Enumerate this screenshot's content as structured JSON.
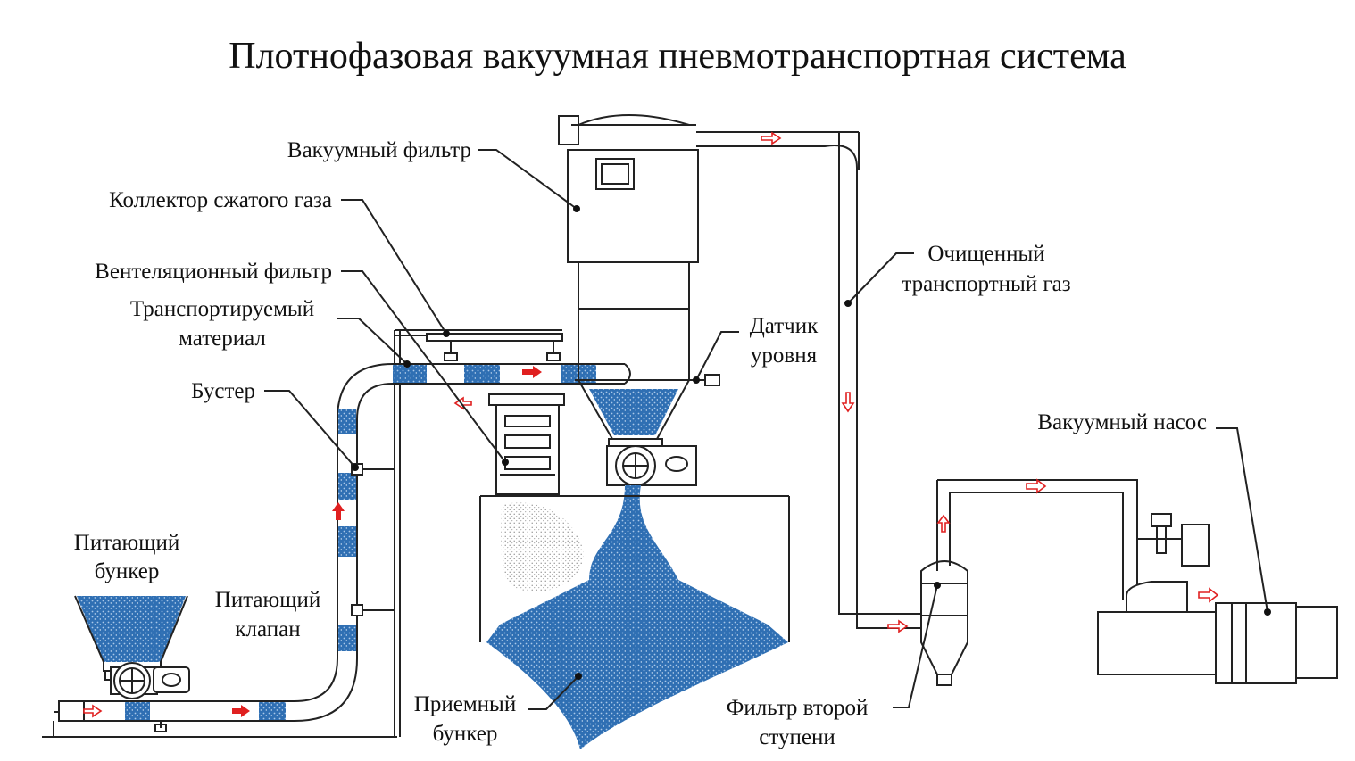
{
  "title": "Плотнофазовая вакуумная пневмотранспортная система",
  "labels": {
    "vacuum_filter": "Вакуумный фильтр",
    "gas_collector": "Коллектор сжатого газа",
    "vent_filter": "Вентеляционный фильтр",
    "material_l1": "Транспортируемый",
    "material_l2": "материал",
    "booster": "Бустер",
    "feed_hopper_l1": "Питающий",
    "feed_hopper_l2": "бункер",
    "feed_valve_l1": "Питающий",
    "feed_valve_l2": "клапан",
    "level_sensor_l1": "Датчик",
    "level_sensor_l2": "уровня",
    "clean_gas_l1": "Очищенный",
    "clean_gas_l2": "транспортный газ",
    "vacuum_pump": "Вакуумный насос",
    "receiver_l1": "Приемный",
    "receiver_l2": "бункер",
    "second_filter_l1": "Фильтр второй",
    "second_filter_l2": "ступени"
  },
  "colors": {
    "material": "#2f6fb3",
    "flow_arrow": "#e02020",
    "line": "#222222",
    "dust": "#9a9a9a"
  }
}
